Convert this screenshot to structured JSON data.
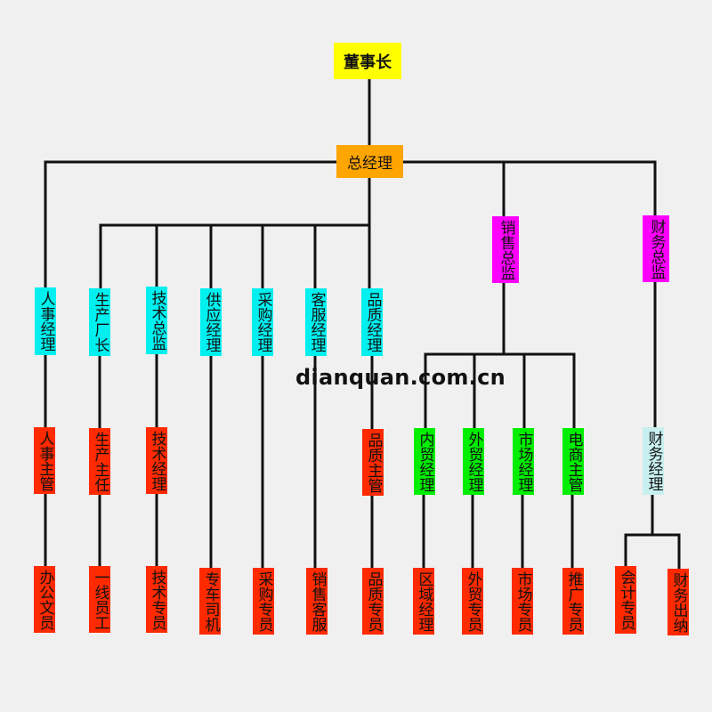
{
  "colors": {
    "chairman": "#ffff00",
    "general_manager": "#ffa500",
    "department_manager": "#00f0f0",
    "director": "#ff00ff",
    "supervisor": "#ff2a00",
    "sales_manager": "#00ee00",
    "finance_manager": "#c8f0f0",
    "staff": "#ff2a00",
    "line": "#111111"
  },
  "watermark": "dianquan.com.cn",
  "chairman": {
    "label": "董事长"
  },
  "general_manager": {
    "label": "总经理"
  },
  "departments": [
    {
      "label": "人事经理"
    },
    {
      "label": "生产厂长"
    },
    {
      "label": "技术总监"
    },
    {
      "label": "供应经理"
    },
    {
      "label": "采购经理"
    },
    {
      "label": "客服经理"
    },
    {
      "label": "品质经理"
    }
  ],
  "directors": [
    {
      "label": "销售总监"
    },
    {
      "label": "财务总监"
    }
  ],
  "supervisors": [
    {
      "label": "人事主管"
    },
    {
      "label": "生产主任"
    },
    {
      "label": "技术经理"
    },
    {
      "label": "品质主管"
    }
  ],
  "sales_managers": [
    {
      "label": "内贸经理"
    },
    {
      "label": "外贸经理"
    },
    {
      "label": "市场经理"
    },
    {
      "label": "电商主管"
    }
  ],
  "finance_manager": {
    "label": "财务经理"
  },
  "staff": [
    {
      "label": "办公文员"
    },
    {
      "label": "一线员工"
    },
    {
      "label": "技术专员"
    },
    {
      "label": "专车司机"
    },
    {
      "label": "采购专员"
    },
    {
      "label": "销售客服"
    },
    {
      "label": "品质专员"
    },
    {
      "label": "区域经理"
    },
    {
      "label": "外贸专员"
    },
    {
      "label": "市场专员"
    },
    {
      "label": "推广专员"
    },
    {
      "label": "会计专员"
    },
    {
      "label": "财务出纳"
    }
  ]
}
